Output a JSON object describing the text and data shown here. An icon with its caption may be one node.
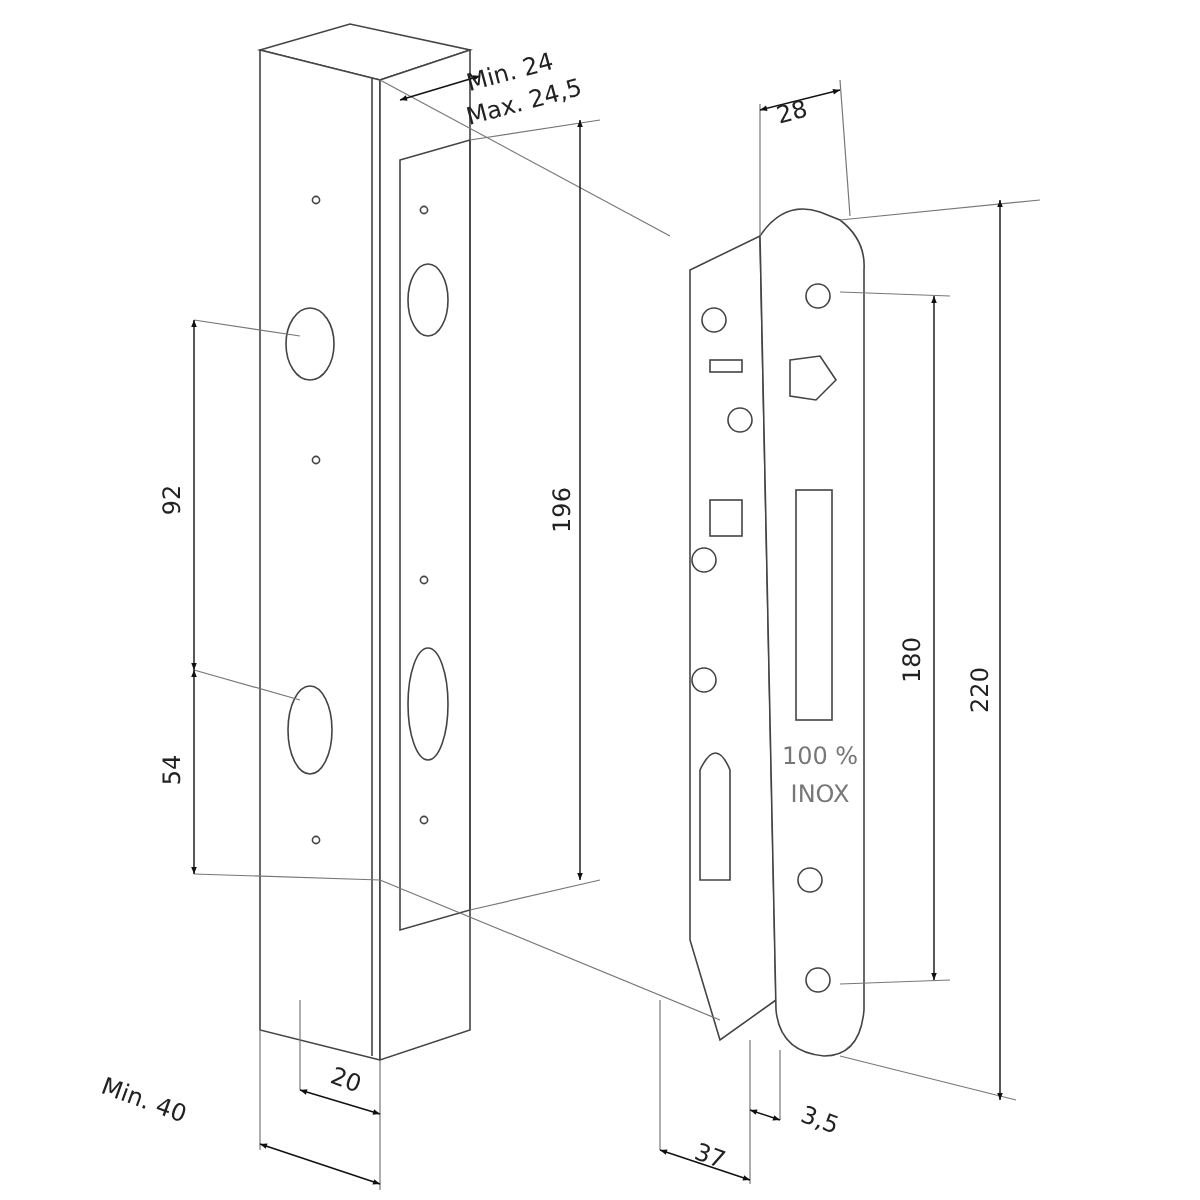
{
  "diagram": {
    "labels": [
      "Min. 24",
      "Max. 24,5",
      "28",
      "92",
      "196",
      "180",
      "220",
      "54",
      "100 %",
      "INOX",
      "Min. 40",
      "20",
      "37",
      "3,5"
    ]
  }
}
